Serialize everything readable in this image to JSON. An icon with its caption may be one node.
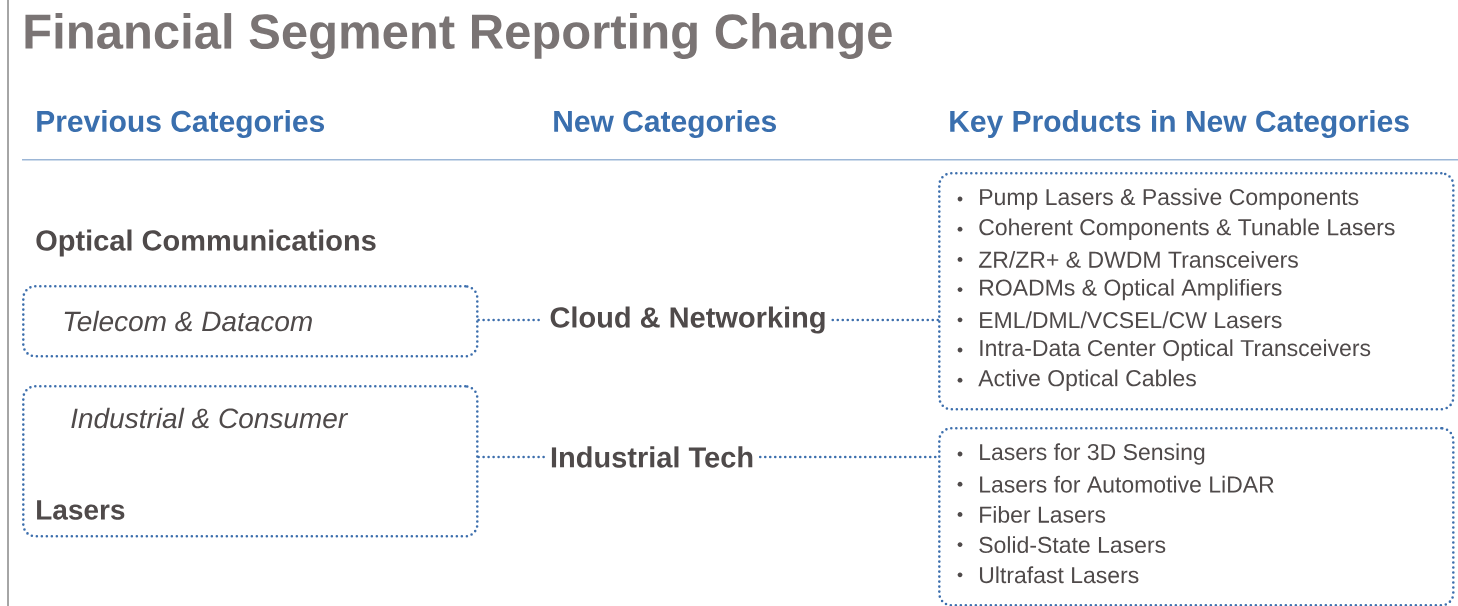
{
  "diagram": {
    "title": "Financial Segment Reporting Change",
    "nodes": [
      {
        "text": [
          "Telecom & Datacom"
        ]
      },
      {
        "text": [
          "Industrial & Consumer",
          "Lasers"
        ]
      },
      {
        "text": [
          "Cloud & Networking"
        ]
      },
      {
        "text": [
          "Industrial Tech"
        ]
      },
      {
        "text": [
          "Pump Lasers & Passive Components",
          "Coherent Components & Tunable Lasers",
          "ZR/ZR+ & DWDM Transceivers",
          "ROADMs & Optical Amplifiers",
          "EML/DML/VCSEL/CW Lasers",
          "Intra-Data Center Optical Transceivers",
          "Active Optical Cables"
        ]
      },
      {
        "text": [
          "Lasers for 3D Sensing",
          "Lasers for Automotive LiDAR",
          "Fiber Lasers",
          "Solid-State Lasers",
          "Ultrafast Lasers"
        ]
      }
    ],
    "edges": [
      {
        "from": 0,
        "to": 2,
        "arrow": "none"
      },
      {
        "from": 2,
        "to": 4,
        "arrow": "none"
      },
      {
        "from": 1,
        "to": 3,
        "arrow": "none"
      },
      {
        "from": 3,
        "to": 5,
        "arrow": "none"
      }
    ],
    "labels": [
      "Previous Categories",
      "New Categories",
      "Key Products in New Categories",
      "Optical Communications"
    ]
  }
}
